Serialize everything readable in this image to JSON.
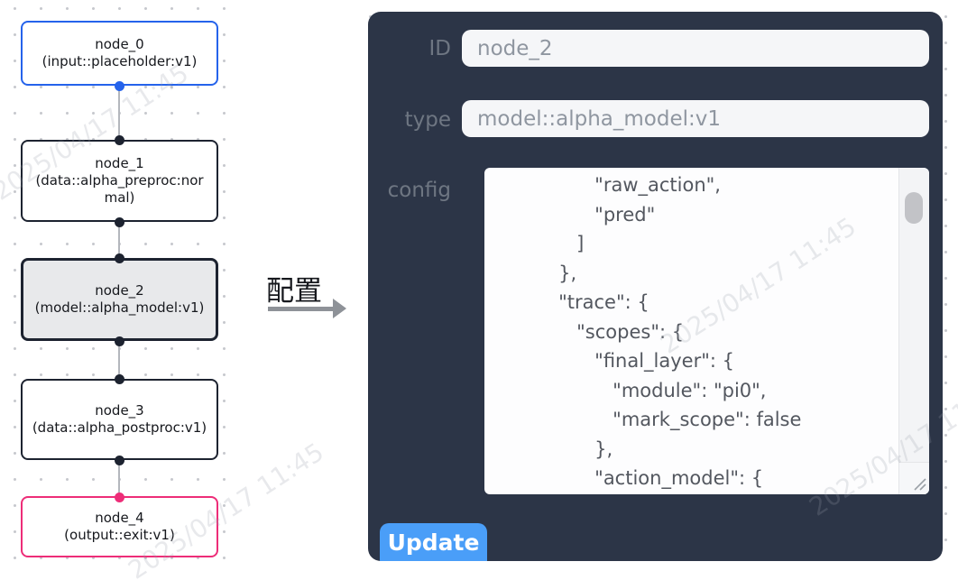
{
  "flow": {
    "nodes": [
      {
        "name": "node_0",
        "type_label": "(input::placeholder:v1)",
        "variant": "input",
        "accent": "#2563eb"
      },
      {
        "name": "node_1",
        "type_label": "(data::alpha_preproc:normal)",
        "variant": "default",
        "accent": "#1d2330"
      },
      {
        "name": "node_2",
        "type_label": "(model::alpha_model:v1)",
        "variant": "selected",
        "accent": "#1d2330"
      },
      {
        "name": "node_3",
        "type_label": "(data::alpha_postproc:v1)",
        "variant": "default",
        "accent": "#1d2330"
      },
      {
        "name": "node_4",
        "type_label": "(output::exit:v1)",
        "variant": "output",
        "accent": "#ed2d78"
      }
    ],
    "colors": {
      "input_accent": "#2563eb",
      "output_accent": "#ed2d78",
      "selected_bg": "#e8e9eb",
      "edge": "#b4b7bd"
    }
  },
  "annotation": {
    "label": "配置",
    "arrow_color": "#8e9298"
  },
  "panel": {
    "bg_color": "#2c3547",
    "fields": [
      {
        "label": "ID",
        "value": "node_2"
      },
      {
        "label": "type",
        "value": "model::alpha_model:v1"
      }
    ],
    "config_label": "config",
    "config_text": "                  \"raw_action\",\n                  \"pred\"\n               ]\n            },\n            \"trace\": {\n               \"scopes\": {\n                  \"final_layer\": {\n                     \"module\": \"pi0\",\n                     \"mark_scope\": false\n                  },\n                  \"action_model\": {",
    "update_label": "Update",
    "button_color": "#4a9ef8"
  },
  "watermark": {
    "text": "2025/04/17 11:45"
  }
}
